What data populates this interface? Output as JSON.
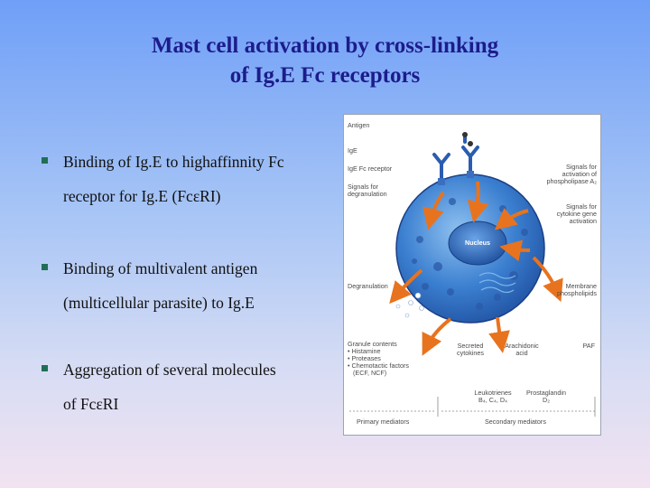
{
  "title": {
    "line1": "Mast cell activation by cross-linking",
    "line2": "of Ig.E Fc receptors"
  },
  "bullets": [
    {
      "line1": "Binding of Ig.E to highaffinnity Fc",
      "line2": "receptor for Ig.E (FcεRI)"
    },
    {
      "line1": "Binding of multivalent antigen",
      "line2": "(multicellular parasite) to Ig.E"
    },
    {
      "line1": "Aggregation of several molecules",
      "line2": "of FcεRI"
    }
  ],
  "figure": {
    "antigen": "Antigen",
    "ige": "IgE",
    "fc_receptor": "IgE Fc receptor",
    "signals_degran": [
      "Signals for",
      "degranulation"
    ],
    "signals_pla": [
      "Signals for",
      "activation of",
      "phospholipase A₂"
    ],
    "signals_cyto": [
      "Signals for",
      "cytokine gene",
      "activation"
    ],
    "nucleus": "Nucleus",
    "degranulation": "Degranulation",
    "membrane": [
      "Membrane",
      "phospholipids"
    ],
    "granule_title": "Granule contents",
    "granule_items": [
      "• Histamine",
      "• Proteases",
      "• Chemotactic factors",
      "(ECF, NCF)"
    ],
    "secreted": [
      "Secreted",
      "cytokines"
    ],
    "arachidonic": [
      "Arachidonic",
      "acid"
    ],
    "paf": "PAF",
    "leukotrienes": [
      "Leukotrienes",
      "B₄, C₄, D₄"
    ],
    "prostaglandin": [
      "Prostaglandin",
      "D₂"
    ],
    "primary": "Primary mediators",
    "secondary": "Secondary mediators"
  },
  "colors": {
    "title": "#1c1c8c",
    "bullet_marker": "#1f6f55",
    "cell_blue": "#2f6fc4",
    "arrow_orange": "#e8731e"
  }
}
